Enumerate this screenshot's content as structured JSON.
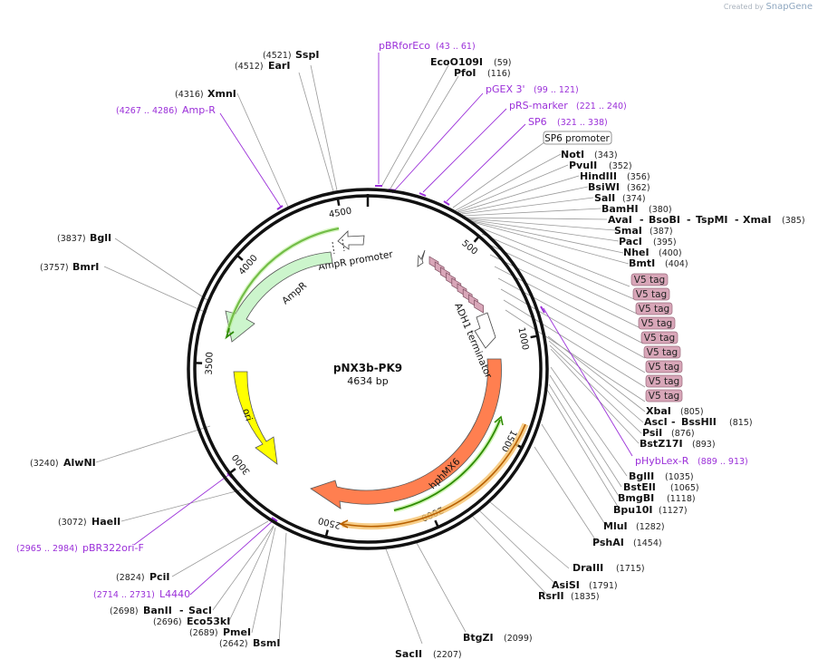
{
  "credit": {
    "prefix": "Created by",
    "brand": "SnapGene"
  },
  "plasmid": {
    "name": "pNX3b-PK9",
    "size": "4634 bp"
  },
  "ring_ticks": [
    {
      "label": "500",
      "angle": 40
    },
    {
      "label": "1000",
      "angle": 79
    },
    {
      "label": "1500",
      "angle": 117
    },
    {
      "label": "2000",
      "angle": 156
    },
    {
      "label": "2500",
      "angle": 194
    },
    {
      "label": "3000",
      "angle": 233
    },
    {
      "label": "3500",
      "angle": 272
    },
    {
      "label": "4000",
      "angle": 311
    },
    {
      "label": "4500",
      "angle": 350
    }
  ],
  "sites": [
    {
      "name": "SspI",
      "pos": "(4521)"
    },
    {
      "name": "EarI",
      "pos": "(4512)"
    },
    {
      "name": "XmnI",
      "pos": "(4316)"
    },
    {
      "name": "BglI",
      "pos": "(3837)"
    },
    {
      "name": "BmrI",
      "pos": "(3757)"
    },
    {
      "name": "AlwNI",
      "pos": "(3240)"
    },
    {
      "name": "HaeII",
      "pos": "(3072)"
    },
    {
      "name": "PciI",
      "pos": "(2824)"
    },
    {
      "name": "BanII",
      "pos": "(2698)"
    },
    {
      "name": "SacI",
      "pos": ""
    },
    {
      "name": "Eco53kI",
      "pos": "(2696)"
    },
    {
      "name": "PmeI",
      "pos": "(2689)"
    },
    {
      "name": "BsmI",
      "pos": "(2642)"
    },
    {
      "name": "SacII",
      "pos": "(2207)"
    },
    {
      "name": "BtgZI",
      "pos": "(2099)"
    },
    {
      "name": "RsrII",
      "pos": "(1835)"
    },
    {
      "name": "AsiSI",
      "pos": "(1791)"
    },
    {
      "name": "DraIII",
      "pos": "(1715)"
    },
    {
      "name": "PshAI",
      "pos": "(1454)"
    },
    {
      "name": "MluI",
      "pos": "(1282)"
    },
    {
      "name": "Bpu10I",
      "pos": "(1127)"
    },
    {
      "name": "BmgBI",
      "pos": "(1118)"
    },
    {
      "name": "BstEII",
      "pos": "(1065)"
    },
    {
      "name": "BglII",
      "pos": "(1035)"
    },
    {
      "name": "BstZ17I",
      "pos": "(893)"
    },
    {
      "name": "PsiI",
      "pos": "(876)"
    },
    {
      "name": "AscI",
      "pos": ""
    },
    {
      "name": "BssHII",
      "pos": "(815)"
    },
    {
      "name": "XbaI",
      "pos": "(805)"
    },
    {
      "name": "BmtI",
      "pos": "(404)"
    },
    {
      "name": "NheI",
      "pos": "(400)"
    },
    {
      "name": "PacI",
      "pos": "(395)"
    },
    {
      "name": "SmaI",
      "pos": "(387)"
    },
    {
      "name": "AvaI",
      "pos": ""
    },
    {
      "name": "BsoBI",
      "pos": ""
    },
    {
      "name": "TspMI",
      "pos": ""
    },
    {
      "name": "XmaI",
      "pos": "(385)"
    },
    {
      "name": "BamHI",
      "pos": "(380)"
    },
    {
      "name": "SalI",
      "pos": "(374)"
    },
    {
      "name": "BsiWI",
      "pos": "(362)"
    },
    {
      "name": "HindIII",
      "pos": "(356)"
    },
    {
      "name": "PvuII",
      "pos": "(352)"
    },
    {
      "name": "NotI",
      "pos": "(343)"
    },
    {
      "name": "PfoI",
      "pos": "(116)"
    },
    {
      "name": "EcoO109I",
      "pos": "(59)"
    }
  ],
  "primers": [
    {
      "name": "pBRforEco",
      "pos": "(43 .. 61)"
    },
    {
      "name": "pGEX 3'",
      "pos": "(99 .. 121)"
    },
    {
      "name": "pRS-marker",
      "pos": "(221 .. 240)"
    },
    {
      "name": "SP6",
      "pos": "(321 .. 338)"
    },
    {
      "name": "pHybLex-R",
      "pos": "(889 .. 913)"
    },
    {
      "name": "Amp-R",
      "pos": "(4267 .. 4286)"
    },
    {
      "name": "pBR322ori-F",
      "pos": "(2965 .. 2984)"
    },
    {
      "name": "L4440",
      "pos": "(2714 .. 2731)"
    }
  ],
  "features": {
    "sp6_promoter": "SP6 promoter",
    "v5_tag": "V5 tag",
    "v5_count": 9,
    "adh1": "ADH1 terminator",
    "hphmx6": "hphMX6",
    "ori": "ori",
    "ampr": "AmpR",
    "ampr_promoter": "AmpR promoter"
  },
  "colors": {
    "primer": "#9b30d9",
    "ampr": "#ccf5cc",
    "ori": "#ffff00",
    "hphmx6": "#ff7f50",
    "v5": "#d8a6b8",
    "green_line": "#2e8b00",
    "orange_glow": "#f5c26b"
  }
}
